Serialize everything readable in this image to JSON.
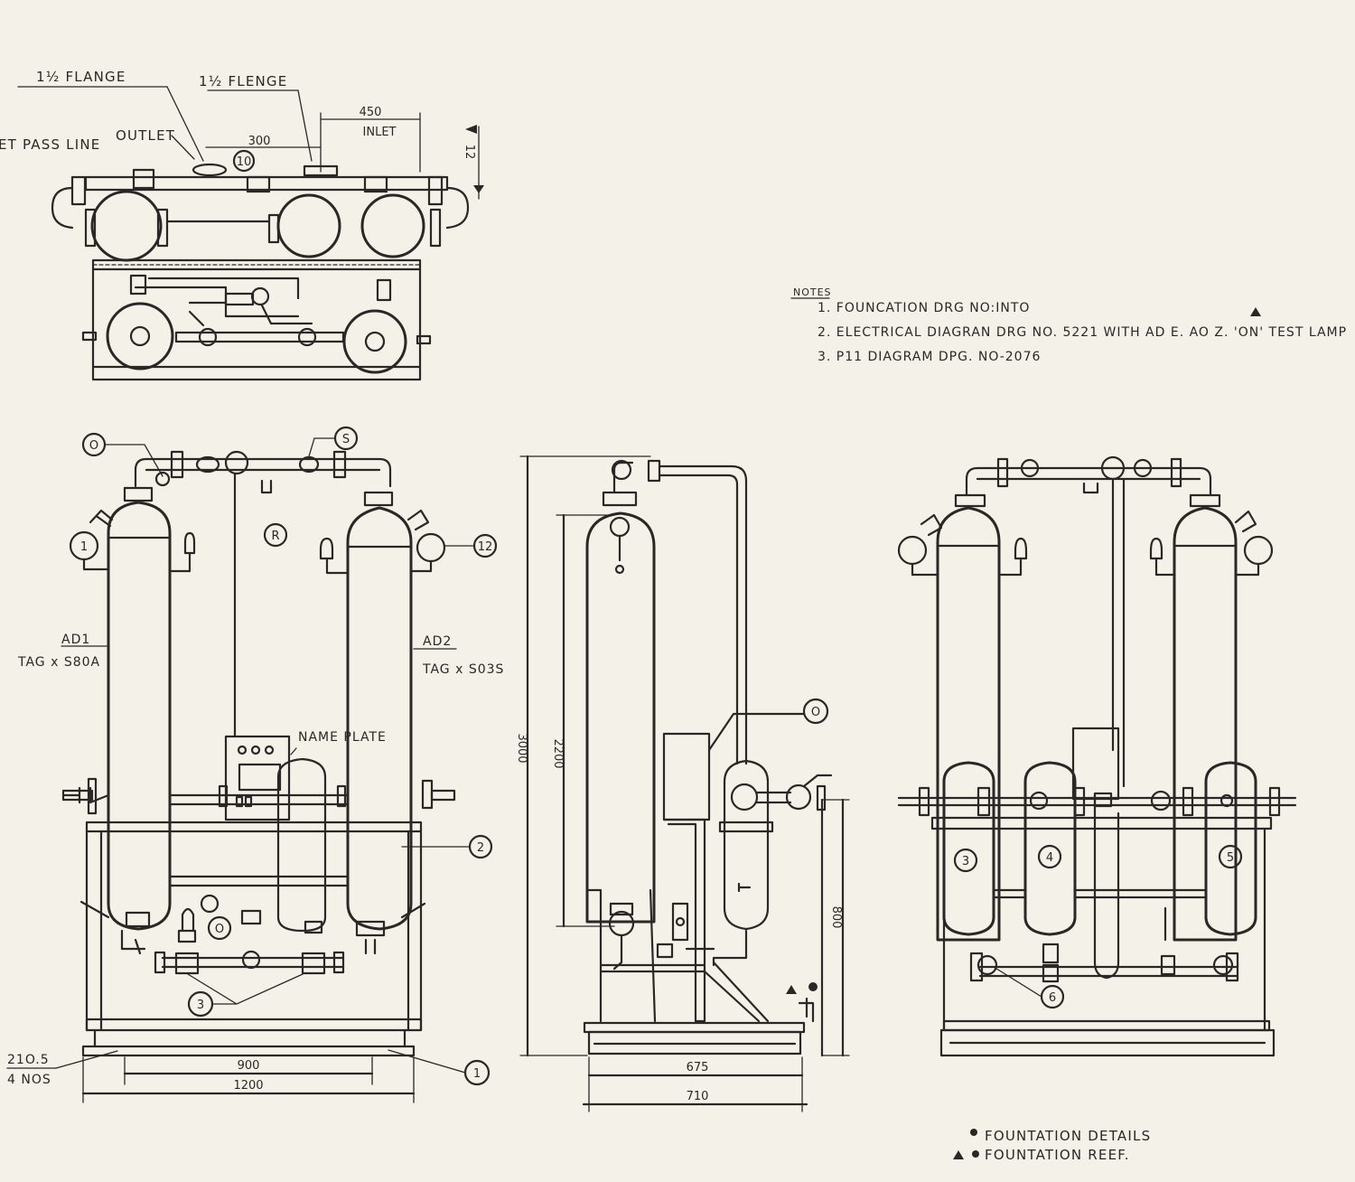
{
  "top_view": {
    "flange_1": "1½ FLANGE",
    "flange_2": "1½ FLENGE",
    "bypass_line": "ET PASS LINE",
    "outlet": "OUTLET",
    "dim_450": "450",
    "dim_300": "300",
    "dim_inlet": "INLET",
    "dim_12": "12",
    "balloon_10": "10"
  },
  "notes": {
    "heading": "NOTES",
    "items": [
      "1. FOUNCATION   DRG  NO:INTO",
      "2. ELECTRICAL   DIAGRAN  DRG  NO. 5221 WITH AD E. AO Z. 'ON' TEST  LAMP",
      "3. P11   DIAGRAM   DPG. NO-2076"
    ]
  },
  "front_view": {
    "tag_left": "AD1",
    "tag_left_no": "TAG x S80A",
    "tag_right": "AD2",
    "tag_right_no": "TAG x S03S",
    "name_plate": "NAME PLATE",
    "balloons": [
      "O",
      "S",
      "1",
      "R",
      "12",
      "2",
      "O",
      "3",
      "1"
    ],
    "dim_bolt": "21O.5",
    "dim_bolt_2": "4 NOS",
    "dim_900": "900",
    "dim_1200": "1200"
  },
  "side_view": {
    "dim_3000": "3000",
    "dim_2200": "2200",
    "dim_800": "800",
    "dim_675": "675",
    "dim_710": "710",
    "balloon_o": "O"
  },
  "rear_view": {
    "balloons": [
      "3",
      "4",
      "5",
      "6"
    ]
  },
  "legend": {
    "item_1": "FOUNTATION   DETAILS",
    "item_2": "FOUNTATION  REEF."
  }
}
